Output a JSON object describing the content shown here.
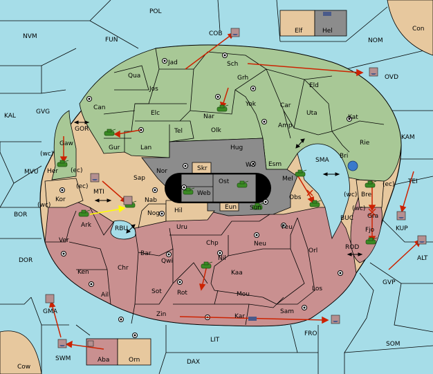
{
  "colors": {
    "sea": "#a6dde8",
    "green_power": "#a8c896",
    "red_power": "#c99090",
    "neutral_land": "#e7c89e",
    "gray_center": "#8c8c8c",
    "order_arrow": "#cc2200",
    "support_arrow": "#ffff00"
  },
  "labels": {
    "POL": "POL",
    "FUN": "FUN",
    "NVM": "NVM",
    "NOM": "NOM",
    "Con": "Con",
    "COB": "COB",
    "Elf": "Elf",
    "Hel": "Hel",
    "OVD": "OVD",
    "KAL": "KAL",
    "GVG": "GVG",
    "GOR": "GOR",
    "MVU": "MVU",
    "BOR": "BOR",
    "KAM": "KAM",
    "TEI": "TEI",
    "SMA": "SMA",
    "BUC": "BUC",
    "KUP": "KUP",
    "ALT": "ALT",
    "ROD": "ROD",
    "GVP": "GVP",
    "DOR": "DOR",
    "RBU": "RBU",
    "MTI": "MTI",
    "GMA": "GMA",
    "SWM": "SWM",
    "Cow": "Cow",
    "Aba": "Aba",
    "Orn": "Orn",
    "DAX": "DAX",
    "LIT": "LIT",
    "FRO": "FRO",
    "SOM": "SOM",
    "Jad": "Jad",
    "Sch": "Sch",
    "Qua": "Qua",
    "Jos": "Jos",
    "Grh": "Grh",
    "Eld": "Eld",
    "Can": "Can",
    "Nar": "Nar",
    "Yok": "Yok",
    "Car": "Car",
    "Uta": "Uta",
    "Elc": "Elc",
    "Kat": "Kat",
    "Tel": "Tel",
    "Olk": "Olk",
    "Amp": "Amp",
    "Gaw": "Gaw",
    "Gur": "Gur",
    "Lan": "Lan",
    "Hug": "Hug",
    "Rie": "Rie",
    "Bri": "Bri",
    "wc1": "(wc)",
    "ec1": "(ec)",
    "Her": "Her",
    "Nor": "Nor",
    "Skr": "Skr",
    "Wil": "Wil",
    "Esm": "Esm",
    "Sap": "Sap",
    "Ost": "Ost",
    "Web": "Web",
    "Mel": "Mel",
    "wc2": "(wc)",
    "ec2": "(ec)",
    "Kor": "Kor",
    "ec3": "(ec)",
    "Nab": "Nab",
    "wc3": "(wc)",
    "Obs": "Obs",
    "Eun": "Eun",
    "Sun": "Sun",
    "Bre": "Bre",
    "Hil": "Hil",
    "Ark": "Ark",
    "Nog": "Nog",
    "wc4": "(wc)",
    "Gra": "Gra",
    "Uru": "Uru",
    "Feu": "Feu",
    "Fjo": "Fjo",
    "Ver": "Ver",
    "Chp": "Chp",
    "Neu": "Neu",
    "Orl": "Orl",
    "Bar": "Bar",
    "Qwi": "Qwi",
    "Nil": "Nil",
    "Ken": "Ken",
    "Chr": "Chr",
    "Kaa": "Kaa",
    "Los": "Los",
    "Ail": "Ail",
    "Sot": "Sot",
    "Rot": "Rot",
    "Mou": "Mou",
    "Zin": "Zin",
    "Kar": "Kar",
    "Sam": "Sam"
  }
}
